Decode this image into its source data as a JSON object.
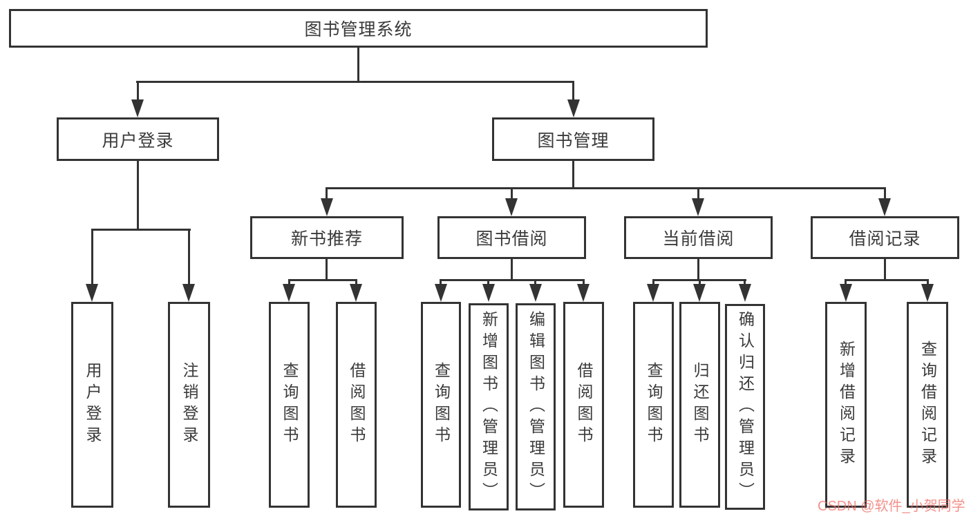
{
  "diagram_type": "function-structure-tree",
  "colors": {
    "line": "#333333",
    "box_border": "#333333",
    "background": "#ffffff",
    "watermark": "#f0675e"
  },
  "tree": {
    "root": {
      "label": "图书管理系统",
      "children": [
        {
          "label": "用户登录",
          "children": [
            {
              "label": "用户登录"
            },
            {
              "label": "注销登录"
            }
          ]
        },
        {
          "label": "图书管理",
          "children": [
            {
              "label": "新书推荐",
              "children": [
                {
                  "label": "查询图书"
                },
                {
                  "label": "借阅图书"
                }
              ]
            },
            {
              "label": "图书借阅",
              "children": [
                {
                  "label": "查询图书"
                },
                {
                  "label": "新增图书（管理员）"
                },
                {
                  "label": "编辑图书（管理员）"
                },
                {
                  "label": "借阅图书"
                }
              ]
            },
            {
              "label": "当前借阅",
              "children": [
                {
                  "label": "查询图书"
                },
                {
                  "label": "归还图书"
                },
                {
                  "label": "确认归还（管理员）"
                }
              ]
            },
            {
              "label": "借阅记录",
              "children": [
                {
                  "label": "新增借阅记录"
                },
                {
                  "label": "查询借阅记录"
                }
              ]
            }
          ]
        }
      ]
    }
  },
  "watermark": {
    "text": "CSDN @软件_小贺同学"
  }
}
